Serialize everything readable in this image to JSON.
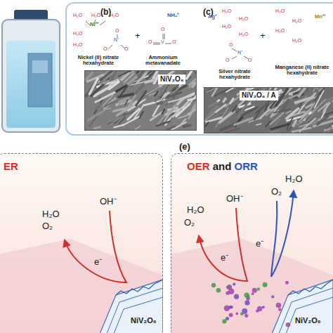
{
  "diagram": {
    "nodes": [
      {
        "text": [
          "(b)",
          "(c)"
        ]
      },
      {
        "text": [
          "NiV₂O₆"
        ],
        "in": 0
      },
      {
        "text": [
          "NiV₂O₆ / A"
        ],
        "in": 0
      },
      {
        "text": [
          "ER"
        ]
      },
      {
        "text": [
          "OER and ORR"
        ]
      }
    ],
    "labels": [
      "H₂O",
      "H₂O",
      "H₂O",
      "Ni²⁺",
      "H₂O",
      "H₂O",
      "O",
      "N⁺",
      "O⁻",
      "O",
      "+",
      "NH₄⁺",
      "O",
      "O",
      "V",
      "O⁻",
      "Nickel (II) nitrate hexahydrate",
      "Ammonium metavanadate",
      "Ag⁺",
      "H₂O",
      "H₂O",
      "H₂O",
      "H₂O",
      "O",
      "N⁺",
      "O⁻",
      "O",
      "+",
      "Mn²⁺",
      "H₂O",
      "H₂O",
      "H₂O",
      "H₂O",
      "Silver nitrate hexahydrate",
      "Manganese (II) nitrate hexahydrate",
      "(e)",
      "H₂O",
      "O₂",
      "OH⁻",
      "e⁻",
      "NiV₂O₆",
      "H₂O",
      "O₂",
      "OH⁻",
      "O₂",
      "H₂O",
      "e⁻",
      "e⁻",
      "NiV₂O₆"
    ]
  }
}
